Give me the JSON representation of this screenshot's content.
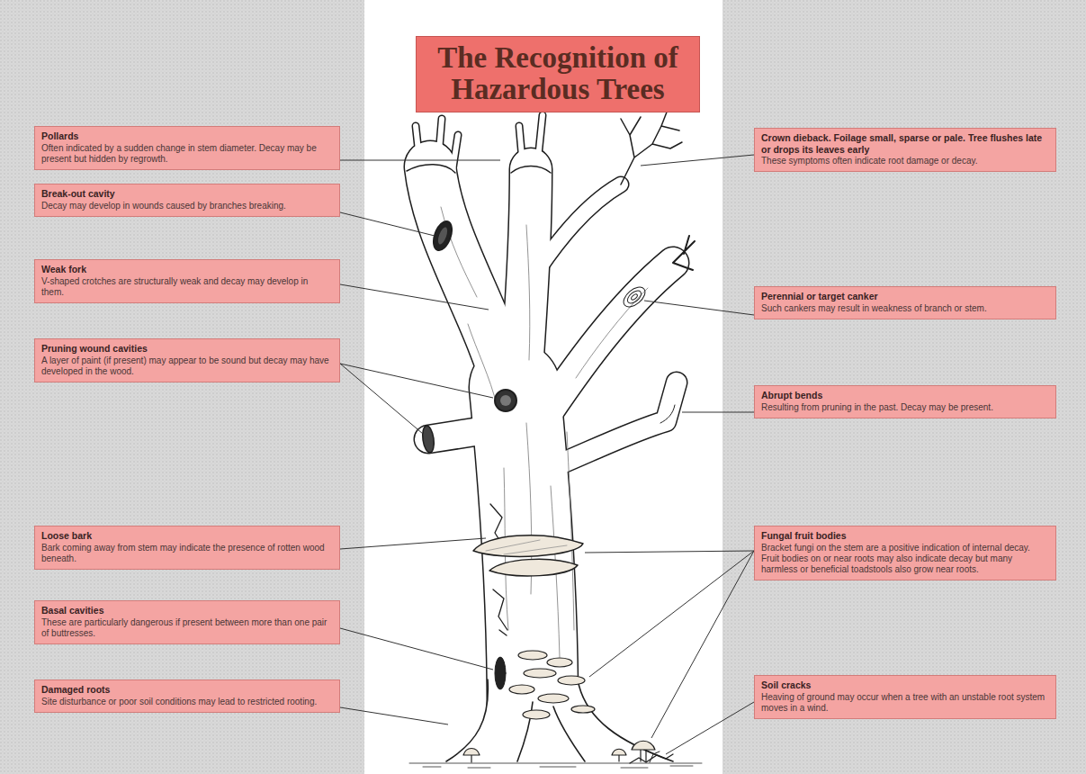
{
  "diagram": {
    "title": "The Recognition of Hazardous Trees",
    "nodes": [
      {
        "text": [
          "Pollards",
          "Often indicated by a sudden change in stem diameter. Decay may be present but hidden by regrowth."
        ]
      },
      {
        "text": [
          "Break-out cavity",
          "Decay may develop in wounds caused by branches breaking."
        ]
      },
      {
        "text": [
          "Weak fork",
          "V-shaped crotches are structurally weak and decay may develop in them."
        ]
      },
      {
        "text": [
          "Pruning wound cavities",
          "A layer of paint (if present) may appear to be sound but decay may have developed in the wood."
        ]
      },
      {
        "text": [
          "Loose bark",
          "Bark coming away from stem may indicate the presence of rotten wood beneath."
        ]
      },
      {
        "text": [
          "Basal cavities",
          "These are particularly dangerous if present between more than one pair of buttresses."
        ]
      },
      {
        "text": [
          "Damaged roots",
          "Site disturbance or poor soil conditions may lead to restricted rooting."
        ]
      },
      {
        "text": [
          "Crown dieback. Foilage small, sparse or pale. Tree flushes late or drops its leaves early",
          "These symptoms often indicate root damage or decay."
        ]
      },
      {
        "text": [
          "Perennial or target canker",
          "Such cankers may result in weakness of branch or stem."
        ]
      },
      {
        "text": [
          "Abrupt bends",
          "Resulting from pruning in the past. Decay may be present."
        ]
      },
      {
        "text": [
          "Fungal fruit bodies",
          "Bracket fungi on the stem are a positive indication of internal decay. Fruit bodies on or near roots may also indicate decay but many harmless or beneficial toadstools also grow near roots."
        ]
      },
      {
        "text": [
          "Soil cracks",
          "Heaving of ground may occur when a tree with an unstable root system moves in a wind."
        ]
      }
    ]
  }
}
